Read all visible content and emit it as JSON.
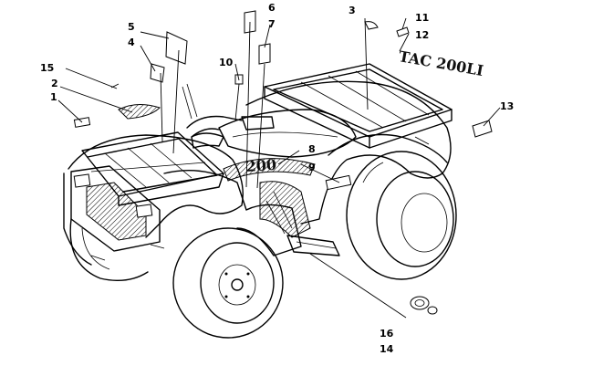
{
  "callouts": [
    "1",
    "2",
    "3",
    "4",
    "5",
    "6",
    "7",
    "8",
    "9",
    "10",
    "11",
    "12",
    "13",
    "14",
    "15",
    "16"
  ],
  "decal_lettering": "TAC 200LI"
}
